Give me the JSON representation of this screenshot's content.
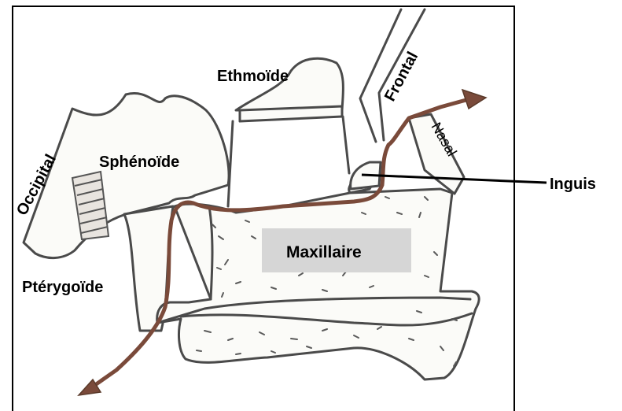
{
  "diagram": {
    "labels": {
      "ethmoide": "Ethmoïde",
      "frontal": "Frontal",
      "nasal": "Nasal",
      "occipital": "Occipital",
      "sphenoide": "Sphénoïde",
      "maxillaire": "Maxillaire",
      "pterygoide": "Ptérygoïde",
      "inguis": "Inguis"
    },
    "colors": {
      "suture_line": "#7a4a3a",
      "maxillaire_box": "#d6d6d6",
      "frame": "#000000"
    }
  }
}
